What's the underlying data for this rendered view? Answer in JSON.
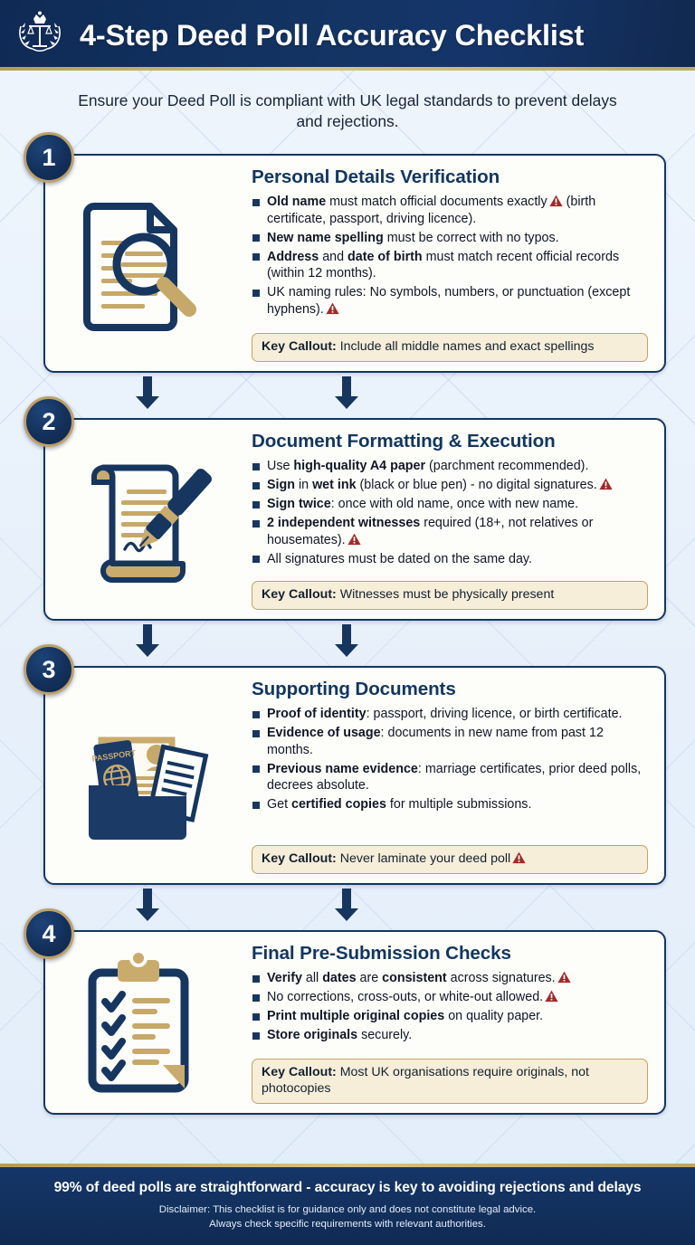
{
  "header": {
    "title": "4-Step Deed Poll Accuracy Checklist",
    "emblem_icon": "crown-scales-laurel-icon"
  },
  "subtitle": "Ensure your Deed Poll is compliant with UK legal standards to prevent delays and rejections.",
  "steps": [
    {
      "number": "1",
      "title": "Personal Details Verification",
      "illustration_icon": "document-magnifier-icon",
      "bullets": [
        {
          "lead": "Old name",
          "rest": " must match official documents exactly",
          "tail": " (birth certificate, passport, driving licence).",
          "warning": true
        },
        {
          "lead": "New name spelling",
          "rest": " must be correct with no typos.",
          "tail": "",
          "warning": false
        },
        {
          "lead": "Address",
          "rest": " and ",
          "lead2": "date of birth",
          "rest2": " must match recent official records (within 12 months).",
          "tail": "",
          "warning": false
        },
        {
          "lead": "",
          "rest": "UK naming rules: No symbols, numbers, or punctuation (except hyphens).",
          "tail": "",
          "warning": true
        }
      ],
      "callout_label": "Key Callout:",
      "callout_text": " Include all middle names and exact spellings",
      "callout_warning": false
    },
    {
      "number": "2",
      "title": "Document Formatting & Execution",
      "illustration_icon": "scroll-fountain-pen-icon",
      "bullets": [
        {
          "pre": "Use ",
          "lead": "high-quality A4 paper",
          "rest": " (parchment recommended).",
          "warning": false
        },
        {
          "lead": "Sign",
          "rest": " in ",
          "lead2": "wet ink",
          "rest2": " (black or blue pen) - no digital signatures.",
          "warning": true
        },
        {
          "lead": "Sign twice",
          "rest": ": once with old name, once with new name.",
          "warning": false
        },
        {
          "lead": "2 independent witnesses",
          "rest": " required (18+, not relatives or housemates).",
          "warning": true
        },
        {
          "lead": "",
          "rest": "All signatures must be dated on the same day.",
          "warning": false
        }
      ],
      "callout_label": "Key Callout:",
      "callout_text": " Witnesses must be physically present",
      "callout_warning": false
    },
    {
      "number": "3",
      "title": "Supporting Documents",
      "illustration_icon": "passport-folder-documents-icon",
      "bullets": [
        {
          "lead": "Proof of identity",
          "rest": ": passport, driving licence, or birth certificate.",
          "warning": false
        },
        {
          "lead": "Evidence of usage",
          "rest": ": documents in new name from past 12 months.",
          "warning": false
        },
        {
          "lead": "Previous name evidence",
          "rest": ": marriage certificates, prior deed polls, decrees absolute.",
          "warning": false
        },
        {
          "pre": "Get ",
          "lead": "certified copies",
          "rest": " for multiple submissions.",
          "warning": false
        }
      ],
      "callout_label": "Key Callout:",
      "callout_text": " Never laminate your deed poll",
      "callout_warning": true
    },
    {
      "number": "4",
      "title": "Final Pre-Submission Checks",
      "illustration_icon": "clipboard-checklist-icon",
      "bullets": [
        {
          "lead": "Verify",
          "rest": " all ",
          "lead2": "dates",
          "rest2": " are ",
          "lead3": "consistent",
          "rest3": " across signatures.",
          "warning": true
        },
        {
          "lead": "",
          "rest": "No corrections, cross-outs, or white-out allowed.",
          "warning": true
        },
        {
          "lead": "Print multiple original copies",
          "rest": " on quality paper.",
          "warning": false
        },
        {
          "lead": "Store originals",
          "rest": " securely.",
          "warning": false
        }
      ],
      "callout_label": "Key Callout:",
      "callout_text": " Most UK organisations require originals, not photocopies",
      "callout_warning": false
    }
  ],
  "connectors": {
    "arrow_icon": "down-arrow-icon",
    "count_per_gap": 2
  },
  "footer": {
    "headline": "99% of deed polls are straightforward - accuracy is key to avoiding rejections and delays",
    "disclaimer_line1": "Disclaimer: This checklist is for guidance only and does not constitute legal advice.",
    "disclaimer_line2": "Always check specific requirements with relevant authorities."
  },
  "colors": {
    "navy": "#15365f",
    "navy_dark": "#102a52",
    "gold": "#c3a263",
    "cream": "#f6eed9",
    "warning_red": "#a32a2a",
    "page_bg": "#eaf2fb",
    "card_bg": "#fdfdfa"
  }
}
